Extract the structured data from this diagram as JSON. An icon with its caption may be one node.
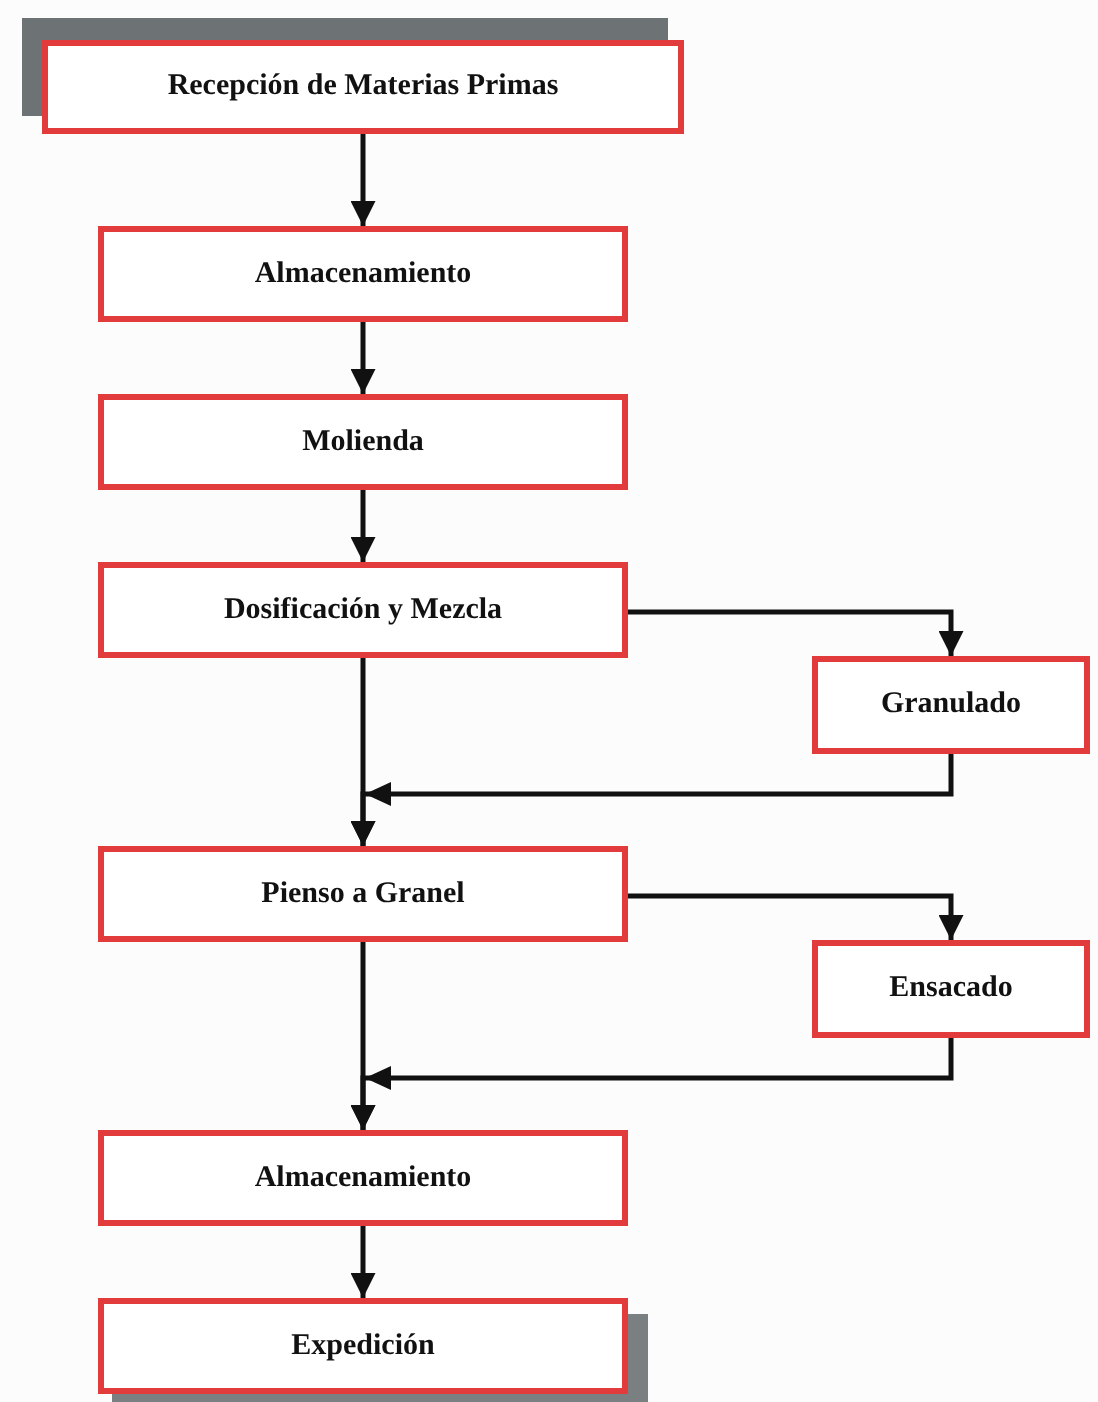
{
  "diagram": {
    "nodes": [
      {
        "text": [
          "Recepción de Materias Primas"
        ]
      },
      {
        "text": [
          "Almacenamiento"
        ]
      },
      {
        "text": [
          "Molienda"
        ]
      },
      {
        "text": [
          "Dosificación y Mezcla"
        ]
      },
      {
        "text": [
          "Granulado"
        ]
      },
      {
        "text": [
          "Pienso a Granel"
        ]
      },
      {
        "text": [
          "Ensacado"
        ]
      },
      {
        "text": [
          "Almacenamiento"
        ]
      },
      {
        "text": [
          "Expedición"
        ]
      }
    ],
    "edges": [
      {
        "from": 0,
        "to": 1,
        "arrow": "to"
      },
      {
        "from": 1,
        "to": 2,
        "arrow": "to"
      },
      {
        "from": 2,
        "to": 3,
        "arrow": "to"
      },
      {
        "from": 3,
        "to": 4,
        "arrow": "to"
      },
      {
        "from": 3,
        "to": 5,
        "arrow": "to"
      },
      {
        "from": 4,
        "to": 5,
        "arrow": "to"
      },
      {
        "from": 5,
        "to": 6,
        "arrow": "to"
      },
      {
        "from": 5,
        "to": 7,
        "arrow": "to"
      },
      {
        "from": 6,
        "to": 7,
        "arrow": "to"
      },
      {
        "from": 7,
        "to": 8,
        "arrow": "to"
      }
    ]
  }
}
